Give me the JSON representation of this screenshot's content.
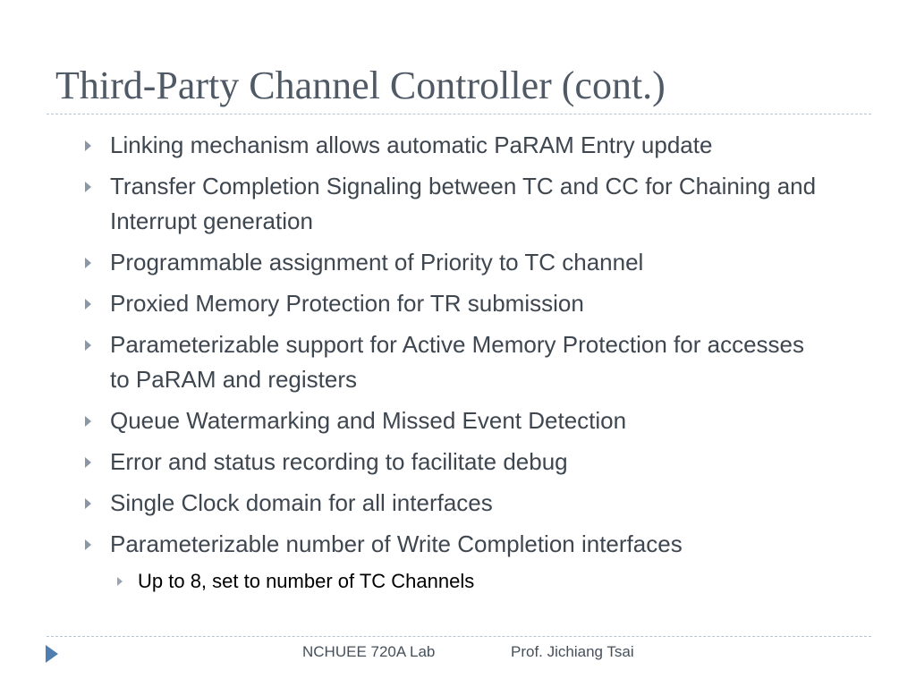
{
  "slide": {
    "title": "Third-Party Channel Controller (cont.)",
    "bullets": [
      "Linking mechanism allows automatic PaRAM Entry update",
      "Transfer Completion Signaling between TC and CC for Chaining and Interrupt generation",
      "Programmable assignment of Priority to TC channel",
      "Proxied Memory Protection for TR submission",
      "Parameterizable support for Active Memory Protection for accesses to PaRAM and registers",
      "Queue Watermarking and Missed Event Detection",
      "Error and status recording to facilitate debug",
      "Single Clock domain for all interfaces",
      "Parameterizable number of Write Completion interfaces"
    ],
    "sub_bullets": [
      "Up to 8, set to number of TC Channels"
    ]
  },
  "footer": {
    "left": "NCHUEE 720A Lab",
    "right": "Prof. Jichiang Tsai"
  },
  "icons": {
    "bullet": "triangle-right-icon",
    "nav": "next-slide-arrow-icon"
  },
  "colors": {
    "title": "#505a66",
    "body_text": "#3e4650",
    "sub_text": "#000000",
    "bullet_marker": "#8b97a4",
    "nav_arrow": "#4f7fb0",
    "rule": "#b9c4ce"
  }
}
